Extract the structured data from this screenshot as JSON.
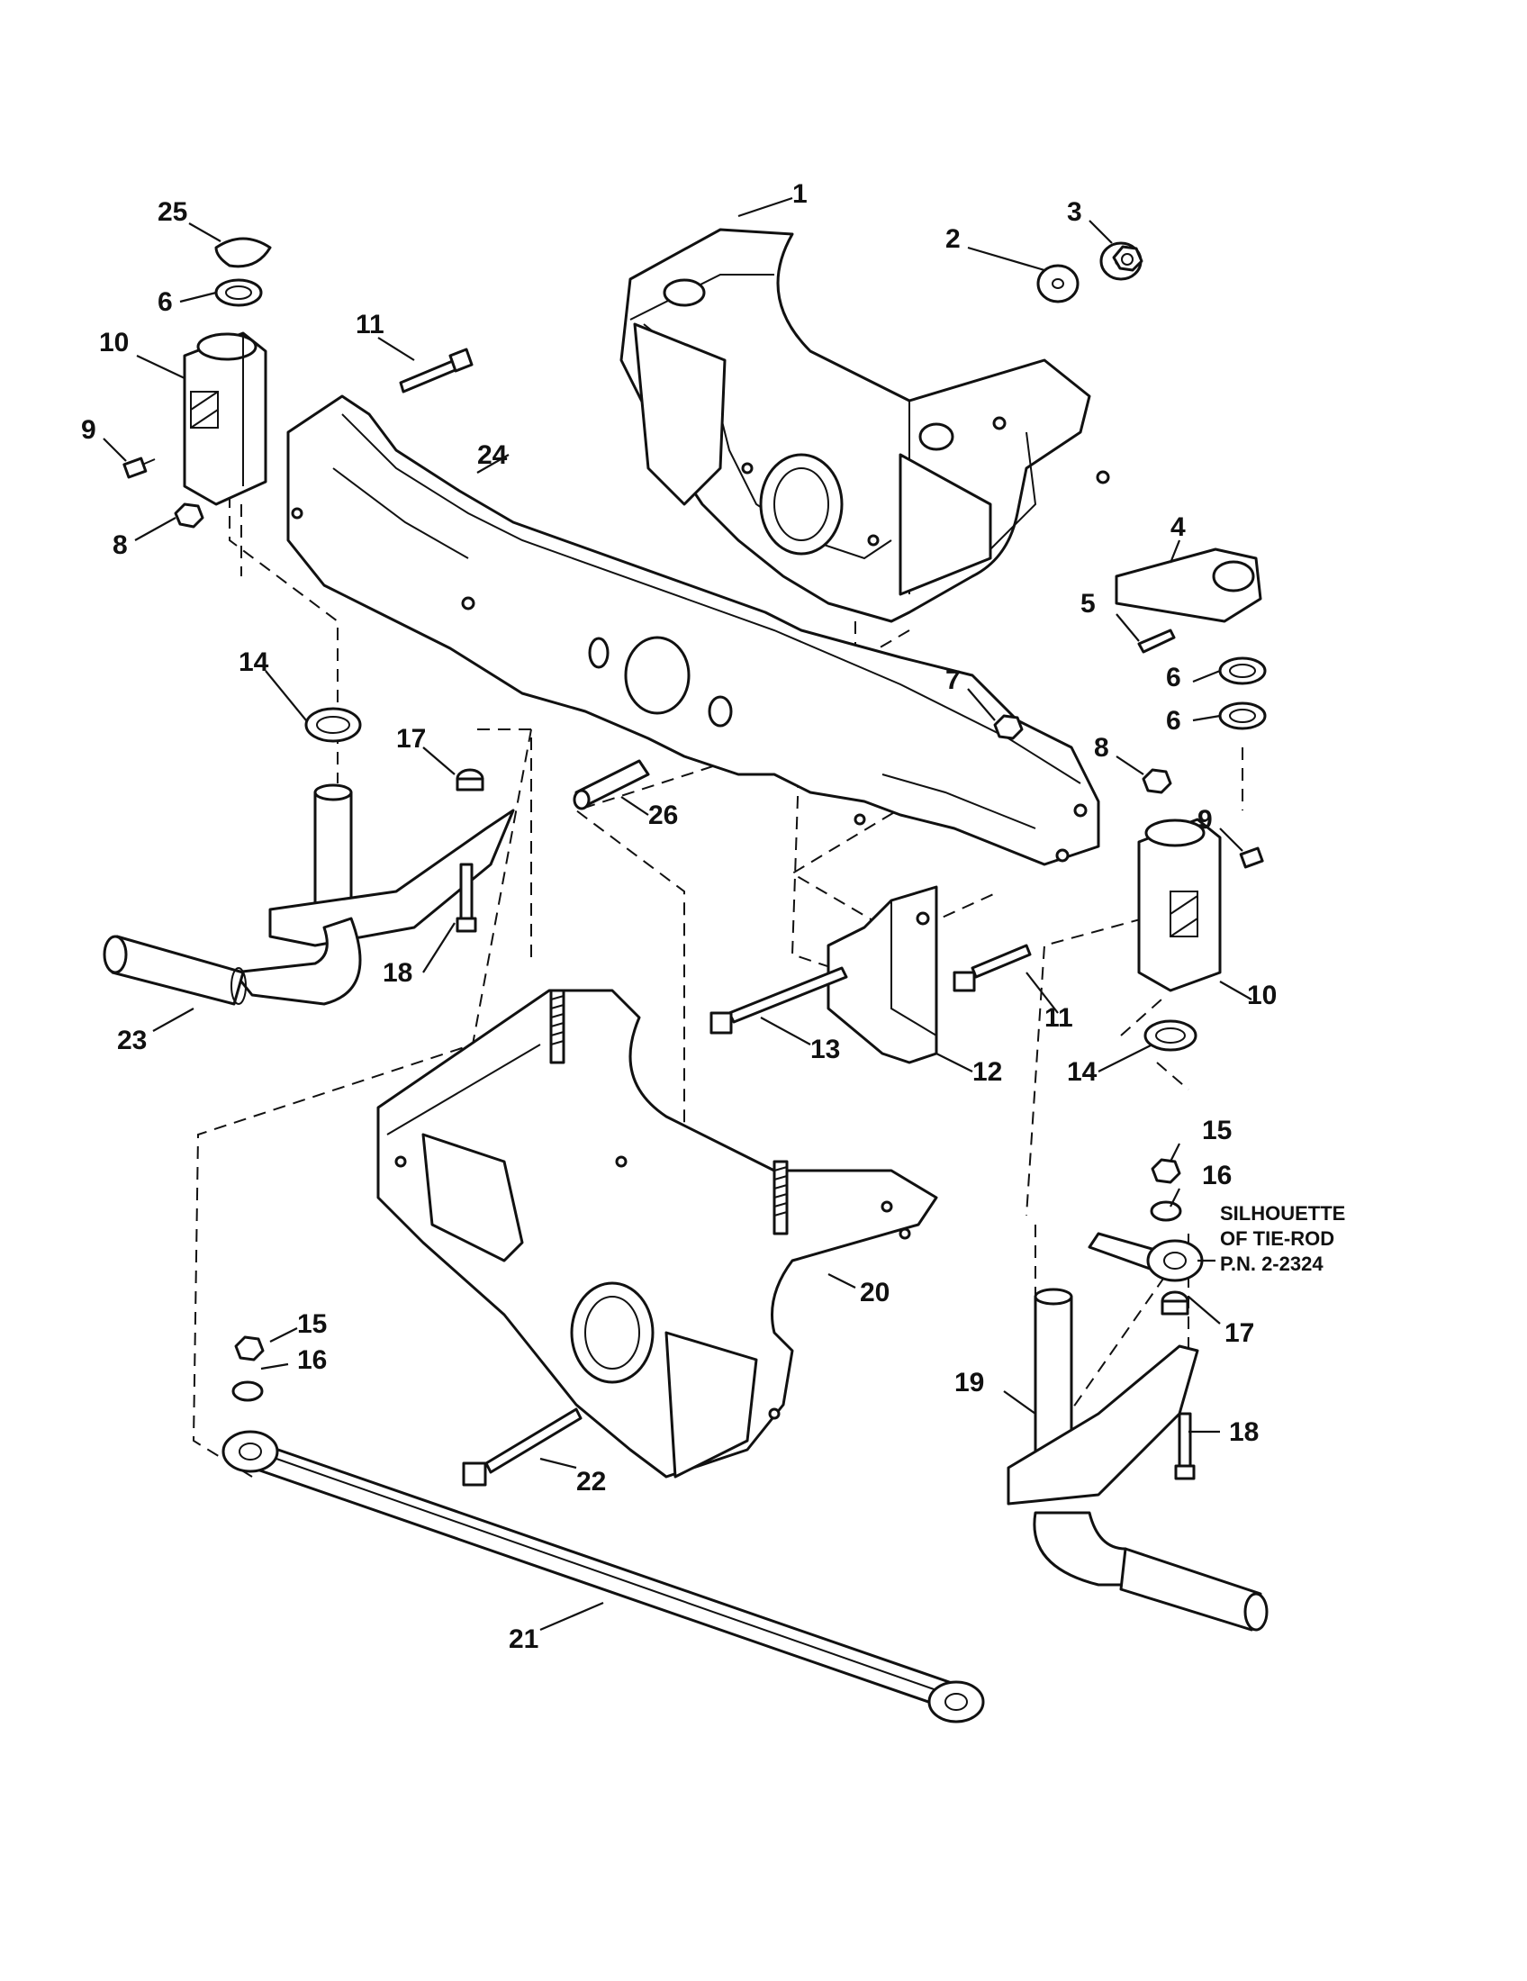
{
  "figure": {
    "callouts": [
      "1",
      "2",
      "3",
      "4",
      "5",
      "6",
      "6",
      "6",
      "7",
      "8",
      "8",
      "9",
      "9",
      "10",
      "10",
      "11",
      "11",
      "12",
      "13",
      "14",
      "14",
      "15",
      "15",
      "16",
      "16",
      "17",
      "17",
      "18",
      "18",
      "19",
      "20",
      "21",
      "22",
      "23",
      "24",
      "25",
      "26"
    ],
    "note_lines": [
      "SILHOUETTE",
      "OF TIE-ROD",
      "P.N. 2-2324"
    ],
    "line_color": "#111111",
    "background": "#ffffff"
  }
}
